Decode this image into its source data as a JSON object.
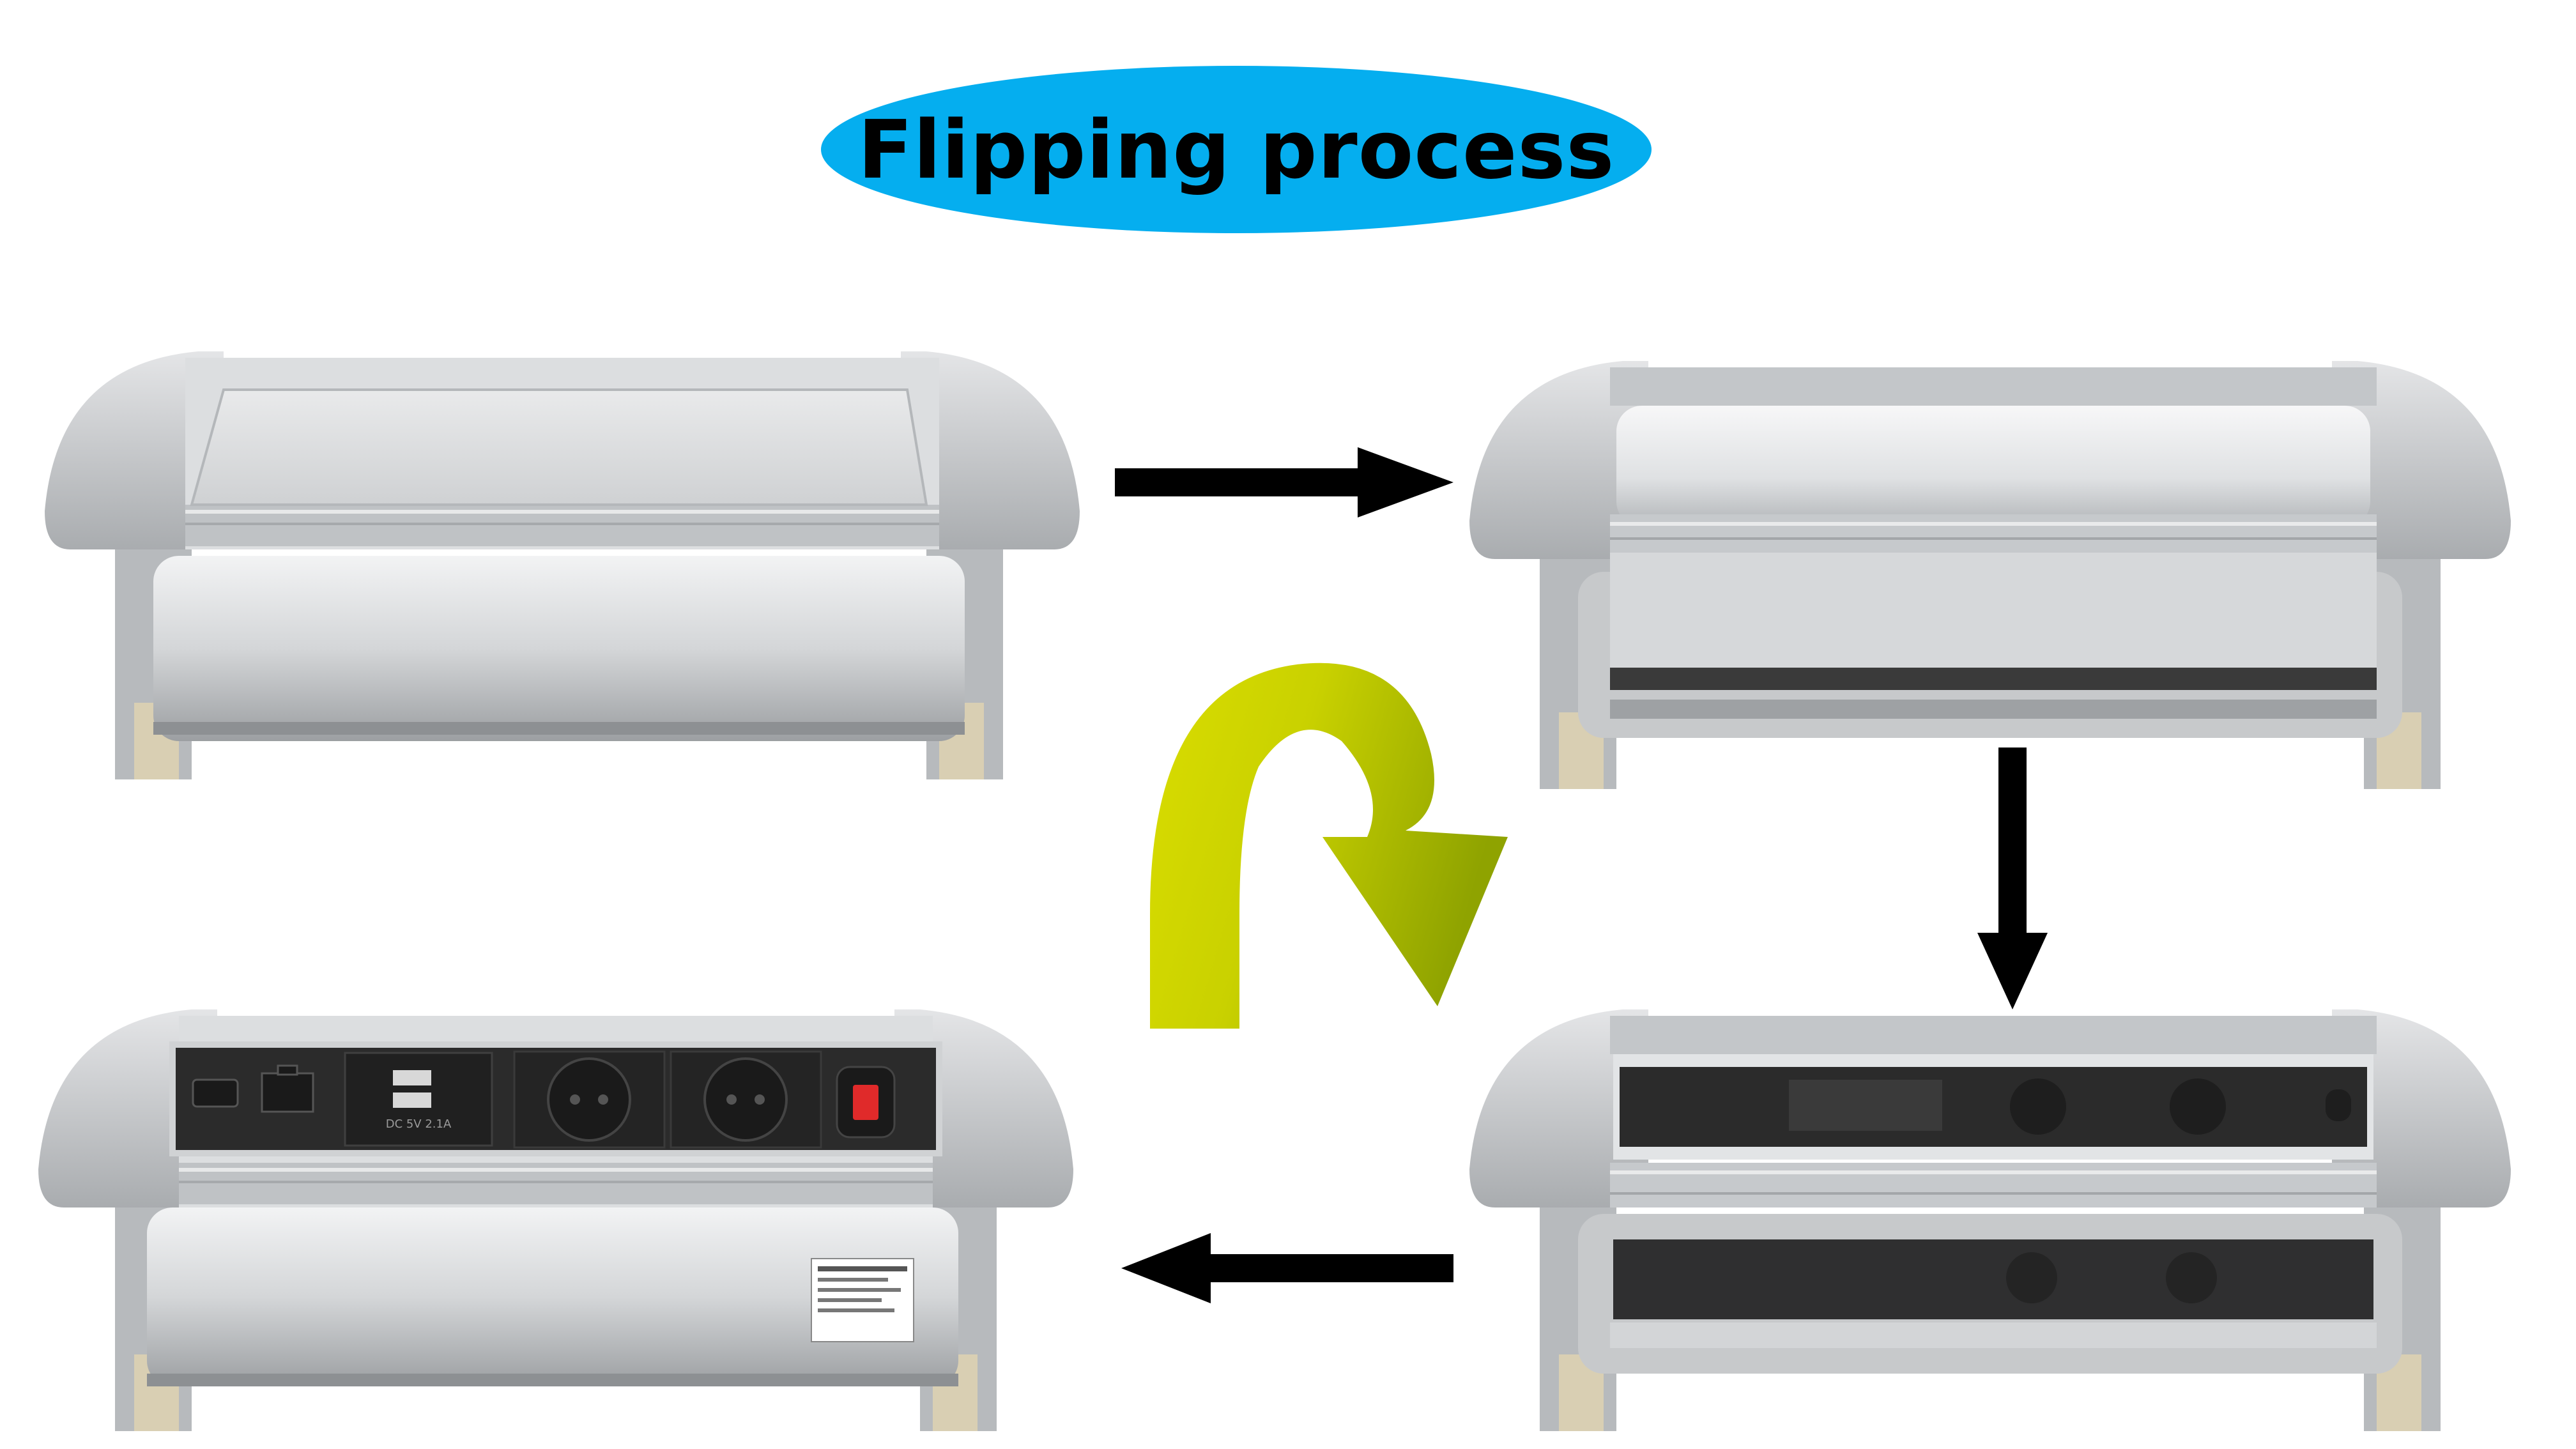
{
  "title": "Flipping process",
  "colors": {
    "title_pill": "#05aeef",
    "flip_arrow_light": "#dadd00",
    "flip_arrow_dark": "#8fa300",
    "housing": "#c9cbcd",
    "panel": "#2b2b2b"
  },
  "stages": [
    {
      "id": "closed",
      "description_icon": "closed-lid"
    },
    {
      "id": "rotating",
      "description_icon": "half-turned-cylinder"
    },
    {
      "id": "opening",
      "description_icon": "sockets-appearing"
    },
    {
      "id": "open",
      "description_icon": "sockets-exposed"
    }
  ],
  "panel_modules": [
    "hdmi-port-icon",
    "rj45-port-icon",
    "usb-charger-icon",
    "schuko-socket-icon",
    "schuko-socket-icon",
    "power-switch-icon"
  ],
  "usb_label": "DC 5V 2.1A"
}
